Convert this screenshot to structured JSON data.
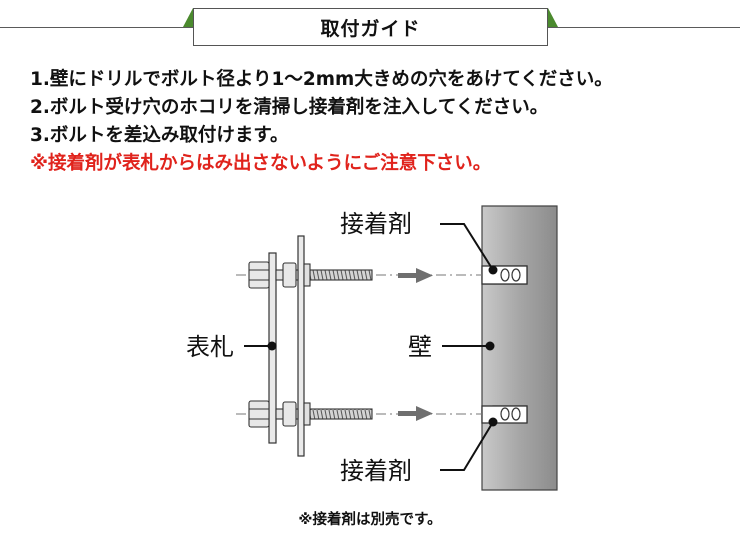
{
  "title": "取付ガイド",
  "steps": [
    "1.壁にドリルでボルト径より1～2mm大きめの穴をあけてください。",
    "2.ボルト受け穴のホコリを清掃し接着剤を注入してください。",
    "3.ボルトを差込み取付けます。"
  ],
  "warning": "※接着剤が表札からはみ出さないようにご注意下さい。",
  "labels": {
    "adhesive_top": "接着剤",
    "adhesive_bottom": "接着剤",
    "nameplate": "表札",
    "wall": "壁"
  },
  "footnote": "※接着剤は別売です。",
  "colors": {
    "accent_green": "#4b8a2e",
    "warning_red": "#e0231c",
    "wall_gray": "#a9a9a9"
  }
}
